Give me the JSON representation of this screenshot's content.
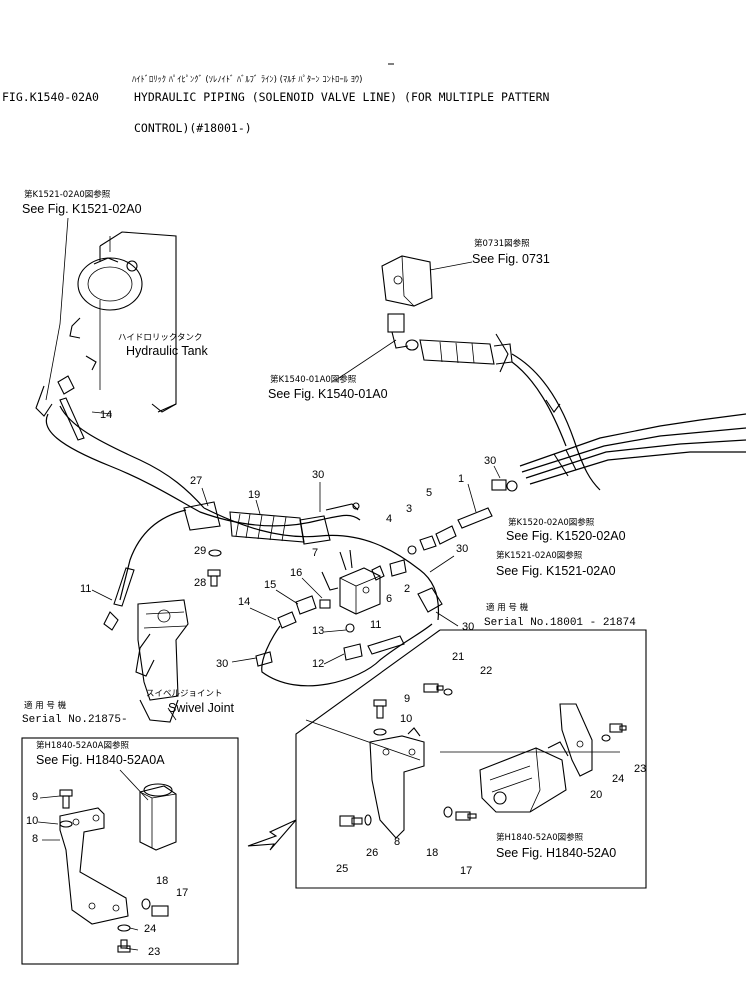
{
  "header": {
    "jp_title": "ﾊｲﾄﾞﾛﾘｯｸ ﾊﾟｲﾋﾟﾝｸﾞ  (ｿﾚﾉｲﾄﾞ ﾊﾞﾙﾌﾞ ﾗｲﾝ) (ﾏﾙﾁ ﾊﾟﾀｰﾝ ｺﾝﾄﾛｰﾙ ﾖｳ)",
    "fig_no": "FIG.K1540-02A0",
    "title_line1": "HYDRAULIC PIPING (SOLENOID VALVE LINE) (FOR MULTIPLE PATTERN",
    "title_line2": "CONTROL)(#18001-)"
  },
  "references": [
    {
      "id": "ref-k1521-top",
      "jp": "第K1521-02A0図参照",
      "en": "See Fig. K1521-02A0"
    },
    {
      "id": "ref-0731",
      "jp": "第0731図参照",
      "en": "See Fig. 0731"
    },
    {
      "id": "ref-k1540",
      "jp": "第K1540-01A0図参照",
      "en": "See Fig. K1540-01A0"
    },
    {
      "id": "ref-k1520",
      "jp": "第K1520-02A0図参照",
      "en": "See Fig. K1520-02A0"
    },
    {
      "id": "ref-k1521-right",
      "jp": "第K1521-02A0図参照",
      "en": "See Fig. K1521-02A0"
    },
    {
      "id": "ref-h1840",
      "jp": "第H1840-52A0図参照",
      "en": "See Fig. H1840-52A0"
    },
    {
      "id": "ref-h1840a",
      "jp": "第H1840-52A0A図参照",
      "en": "See Fig. H1840-52A0A"
    }
  ],
  "components": {
    "tank": {
      "jp": "ハイドロリックタンク",
      "en": "Hydraulic Tank"
    },
    "swivel": {
      "jp": "スイベルジョイント",
      "en": "Swivel Joint"
    }
  },
  "serials": {
    "right": {
      "jp": "適 用 号 機",
      "en": "Serial No.18001 - 21874"
    },
    "left": {
      "jp": "適 用 号 機",
      "en": "Serial No.21875-"
    }
  },
  "callouts": {
    "main": [
      "1",
      "2",
      "3",
      "4",
      "5",
      "6",
      "7",
      "11",
      "11",
      "12",
      "13",
      "14",
      "14",
      "15",
      "16",
      "19",
      "27",
      "28",
      "29",
      "30",
      "30",
      "30",
      "30",
      "30"
    ],
    "right_box": [
      "8",
      "9",
      "10",
      "17",
      "18",
      "20",
      "21",
      "22",
      "23",
      "24",
      "25",
      "26"
    ],
    "left_box": [
      "8",
      "9",
      "10",
      "17",
      "18",
      "24",
      "23"
    ]
  }
}
